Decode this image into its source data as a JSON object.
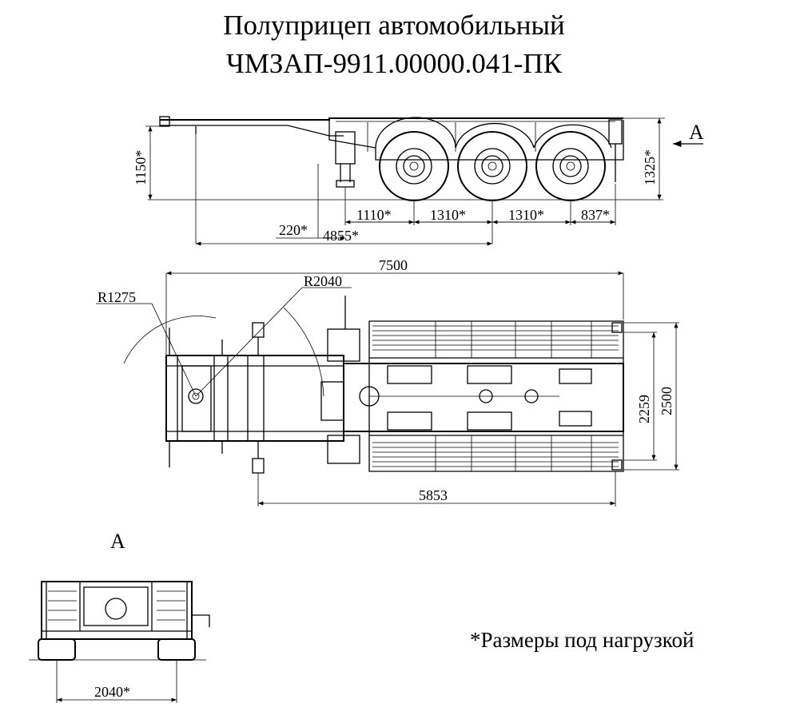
{
  "title": {
    "line1": "Полуприцеп автомобильный",
    "line2": "ЧМЗАП-9911.00000.041-ПК"
  },
  "side_view": {
    "height_front": "1150*",
    "height_rear": "1325*",
    "kingpin_offset": "220*",
    "kingpin_to_axle": "4855*",
    "spacings": [
      "1110*",
      "1310*",
      "1310*",
      "837*"
    ],
    "view_marker": "A"
  },
  "top_view": {
    "length": "7500",
    "radius_small": "R1275",
    "radius_large": "R2040",
    "inner_width": "2259",
    "outer_width": "2500",
    "leg_to_rear": "5853"
  },
  "rear_view": {
    "label": "A",
    "track_width": "2040*"
  },
  "footnote": "*Размеры под нагрузкой"
}
